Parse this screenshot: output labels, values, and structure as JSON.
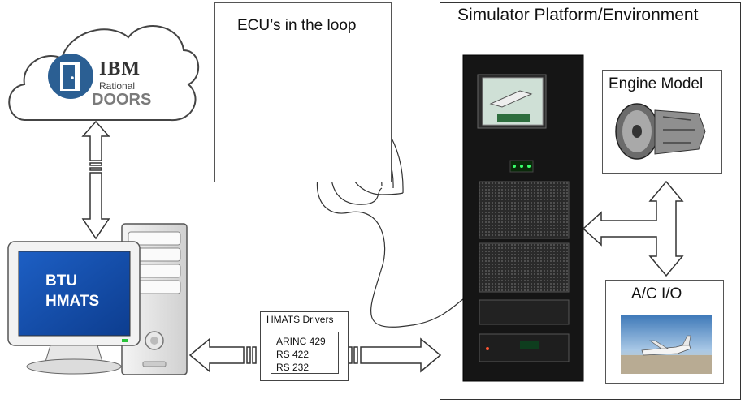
{
  "cloud": {
    "brand": "IBM",
    "product": "Rational",
    "tool": "DOORS"
  },
  "workstation": {
    "screen_line1": "BTU",
    "screen_line2": "HMATS"
  },
  "ecu_panel": {
    "title": "ECU’s in the loop"
  },
  "drivers": {
    "title": "HMATS Drivers",
    "items": [
      "ARINC 429",
      "RS 422",
      "RS 232"
    ]
  },
  "simulator": {
    "title": "Simulator Platform/Environment"
  },
  "engine": {
    "title": "Engine Model"
  },
  "aircraft_io": {
    "title": "A/C I/O"
  },
  "colors": {
    "screen_blue": "#1f64c8",
    "cloud_stroke": "#444444",
    "doors_gray": "#7a7a7a",
    "rack_black": "#151515",
    "sky_blue": "#6fa8dc"
  }
}
